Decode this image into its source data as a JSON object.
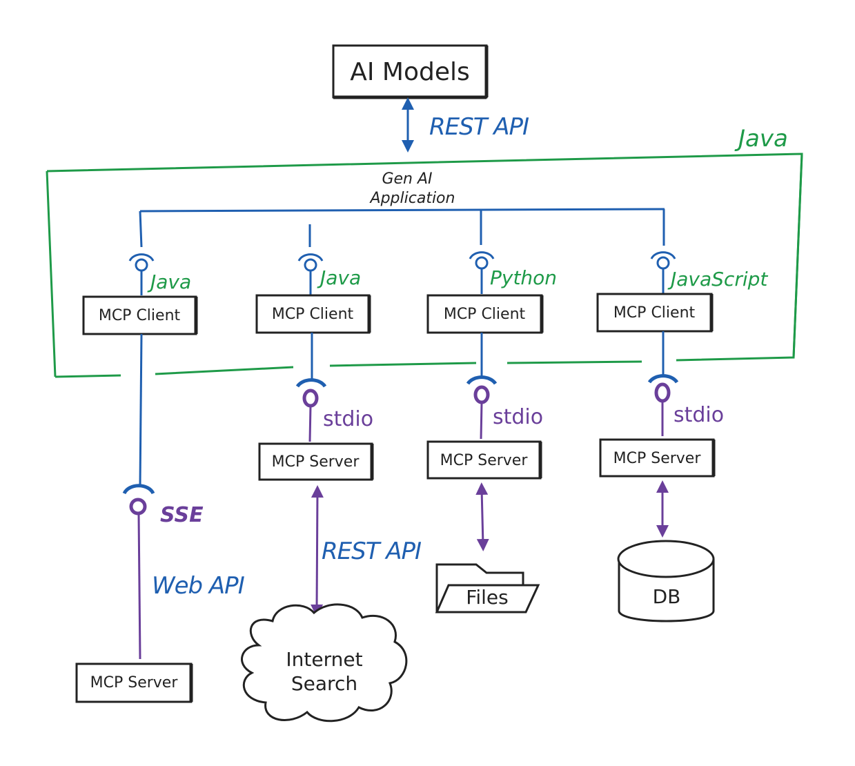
{
  "colors": {
    "blue": "#1f5fb0",
    "green": "#1e9a48",
    "purple": "#6a3f9a",
    "ink": "#222222"
  },
  "ai_models": {
    "label": "AI Models"
  },
  "rest_api_top": "REST API",
  "java_container": "Java",
  "gen_ai_app": {
    "line1": "Gen AI",
    "line2": "Application"
  },
  "clients": [
    {
      "label": "MCP Client",
      "lang": "Java"
    },
    {
      "label": "MCP Client",
      "lang": "Java"
    },
    {
      "label": "MCP Client",
      "lang": "Python"
    },
    {
      "label": "MCP Client",
      "lang": "JavaScript"
    }
  ],
  "transports": [
    {
      "label": "SSE"
    },
    {
      "label": "stdio"
    },
    {
      "label": "stdio"
    },
    {
      "label": "stdio"
    }
  ],
  "servers": [
    {
      "label": "MCP Server"
    },
    {
      "label": "MCP Server"
    },
    {
      "label": "MCP Server"
    },
    {
      "label": "MCP Server"
    }
  ],
  "web_api": "Web API",
  "rest_api_search": "REST API",
  "internet_search": {
    "line1": "Internet",
    "line2": "Search"
  },
  "files": "Files",
  "db": "DB"
}
